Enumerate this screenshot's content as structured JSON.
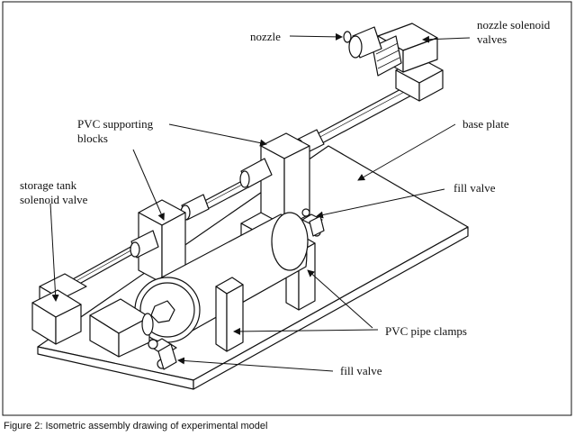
{
  "labels": {
    "nozzle": "nozzle",
    "nozzle_solenoid_1": "nozzle solenoid",
    "nozzle_solenoid_2": "valves",
    "pvc_blocks_1": "PVC supporting",
    "pvc_blocks_2": "blocks",
    "base_plate": "base plate",
    "storage_1": "storage tank",
    "storage_2": "solenoid valve",
    "fill_valve_top": "fill valve",
    "pvc_clamps": "PVC pipe clamps",
    "fill_valve_bottom": "fill valve"
  },
  "caption": "Figure 2: Isometric assembly drawing of experimental model"
}
